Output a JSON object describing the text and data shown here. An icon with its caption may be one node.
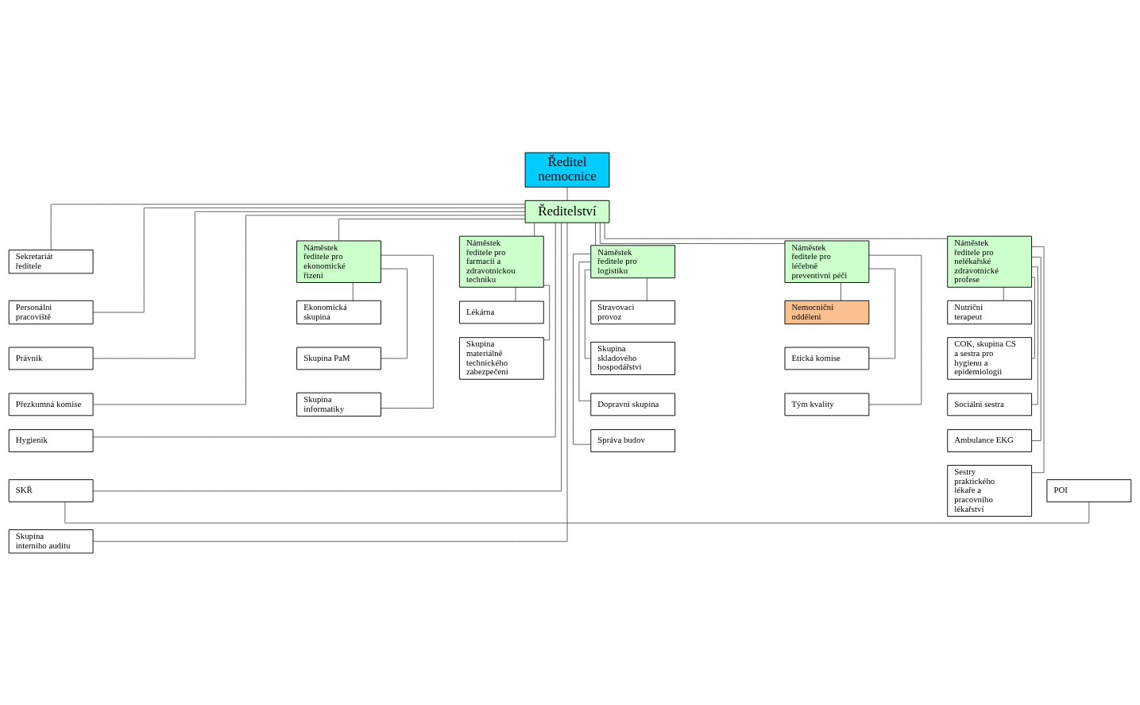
{
  "diagram": {
    "nodes": [
      {
        "text": [
          "Ředitel nemocnice"
        ]
      },
      {
        "text": [
          "Ředitelství"
        ]
      },
      {
        "text": [
          "Sekretariát ředitele"
        ]
      },
      {
        "text": [
          "Personálni pracoviště"
        ]
      },
      {
        "text": [
          "Právnik"
        ]
      },
      {
        "text": [
          "Přezkumná komise"
        ]
      },
      {
        "text": [
          "Hygienik"
        ]
      },
      {
        "text": [
          "SKŘ"
        ]
      },
      {
        "text": [
          "POI"
        ]
      },
      {
        "text": [
          "Skupina interniho auditu"
        ]
      },
      {
        "text": [
          "Náměstek ředitele pro ekonomické řizeni"
        ]
      },
      {
        "text": [
          "Ekonomická skupina"
        ]
      },
      {
        "text": [
          "Skupina PaM"
        ]
      },
      {
        "text": [
          "Skupina informatiky"
        ]
      },
      {
        "text": [
          "Náměstek ředitele pro farmacii a zdravotnickou techniku"
        ]
      },
      {
        "text": [
          "Lékárna"
        ]
      },
      {
        "text": [
          "Skupina materiálně technického zabezpečeni"
        ]
      },
      {
        "text": [
          "Náměstek ředitele pro logistiku"
        ]
      },
      {
        "text": [
          "Stravovaci provoz"
        ]
      },
      {
        "text": [
          "Skupina skladového hospodářstvi"
        ]
      },
      {
        "text": [
          "Dopravni skupina"
        ]
      },
      {
        "text": [
          "Správa budov"
        ]
      },
      {
        "text": [
          "Náměstek ředitele pro léčebně preventivni péči"
        ]
      },
      {
        "text": [
          "Nemocnični odděleni"
        ]
      },
      {
        "text": [
          "Etická komise"
        ]
      },
      {
        "text": [
          "Tým kvality"
        ]
      },
      {
        "text": [
          "Náměstek ředitele pro nelékařské zdravotnické profese"
        ]
      },
      {
        "text": [
          "Nutrični terapeut"
        ]
      },
      {
        "text": [
          "COK, skupina CS a sestra pro hygienu a epidemiologii"
        ]
      },
      {
        "text": [
          "Sociálni sestra"
        ]
      },
      {
        "text": [
          "Ambulance EKG"
        ]
      },
      {
        "text": [
          "Sestry praktického lékaře a pracovního lékařství"
        ]
      }
    ],
    "edges": [
      {
        "from": 0,
        "to": 1,
        "arrow": "none"
      },
      {
        "from": 1,
        "to": 2,
        "arrow": "none"
      },
      {
        "from": 1,
        "to": 3,
        "arrow": "none"
      },
      {
        "from": 1,
        "to": 4,
        "arrow": "none"
      },
      {
        "from": 1,
        "to": 5,
        "arrow": "none"
      },
      {
        "from": 1,
        "to": 6,
        "arrow": "none"
      },
      {
        "from": 1,
        "to": 7,
        "arrow": "none"
      },
      {
        "from": 1,
        "to": 9,
        "arrow": "none"
      },
      {
        "from": 7,
        "to": 8,
        "arrow": "none"
      },
      {
        "from": 1,
        "to": 10,
        "arrow": "none"
      },
      {
        "from": 1,
        "to": 14,
        "arrow": "none"
      },
      {
        "from": 1,
        "to": 17,
        "arrow": "none"
      },
      {
        "from": 1,
        "to": 22,
        "arrow": "none"
      },
      {
        "from": 1,
        "to": 26,
        "arrow": "none"
      },
      {
        "from": 10,
        "to": 11,
        "arrow": "none"
      },
      {
        "from": 10,
        "to": 12,
        "arrow": "none"
      },
      {
        "from": 10,
        "to": 13,
        "arrow": "none"
      },
      {
        "from": 14,
        "to": 15,
        "arrow": "none"
      },
      {
        "from": 14,
        "to": 16,
        "arrow": "none"
      },
      {
        "from": 17,
        "to": 18,
        "arrow": "none"
      },
      {
        "from": 17,
        "to": 19,
        "arrow": "none"
      },
      {
        "from": 17,
        "to": 20,
        "arrow": "none"
      },
      {
        "from": 17,
        "to": 21,
        "arrow": "none"
      },
      {
        "from": 22,
        "to": 23,
        "arrow": "none"
      },
      {
        "from": 22,
        "to": 24,
        "arrow": "none"
      },
      {
        "from": 22,
        "to": 25,
        "arrow": "none"
      },
      {
        "from": 26,
        "to": 27,
        "arrow": "none"
      },
      {
        "from": 26,
        "to": 28,
        "arrow": "none"
      },
      {
        "from": 26,
        "to": 29,
        "arrow": "none"
      },
      {
        "from": 26,
        "to": 30,
        "arrow": "none"
      },
      {
        "from": 26,
        "to": 31,
        "arrow": "none"
      }
    ]
  }
}
